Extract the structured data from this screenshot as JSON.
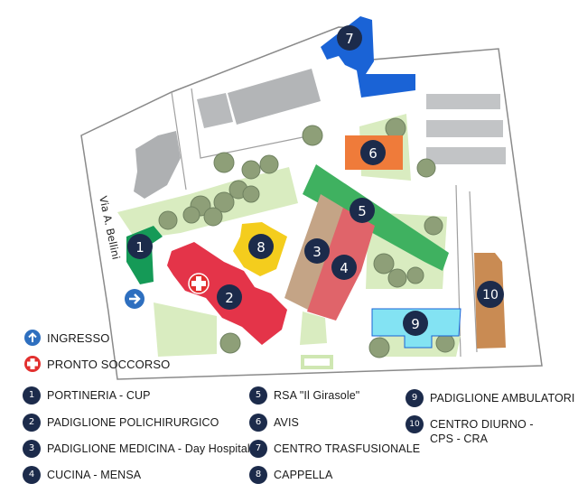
{
  "map": {
    "street_label": "Via A. Bellini",
    "buildings": [
      {
        "number": "1",
        "color": "#159a57"
      },
      {
        "number": "2",
        "color": "#e43449"
      },
      {
        "number": "3",
        "color": "#c4a486"
      },
      {
        "number": "4",
        "color": "#e0646a"
      },
      {
        "number": "5",
        "color": "#3fb160"
      },
      {
        "number": "6",
        "color": "#ef7b3a"
      },
      {
        "number": "7",
        "color": "#1a63d6"
      },
      {
        "number": "8",
        "color": "#f4cd1d"
      },
      {
        "number": "9",
        "color": "#83e3f3"
      },
      {
        "number": "10",
        "color": "#c98b53"
      }
    ]
  },
  "key": {
    "entrance": {
      "label": "INGRESSO",
      "icon": "arrow-up-icon",
      "color": "#2e6fbf"
    },
    "emergency": {
      "label": "PRONTO SOCCORSO",
      "icon": "red-cross-icon",
      "color": "#e2302f"
    }
  },
  "legend": [
    {
      "number": "1",
      "label": "PORTINERIA - CUP"
    },
    {
      "number": "2",
      "label": "PADIGLIONE POLICHIRURGICO"
    },
    {
      "number": "3",
      "label": "PADIGLIONE MEDICINA - Day Hospital"
    },
    {
      "number": "4",
      "label": "CUCINA - MENSA"
    },
    {
      "number": "5",
      "label": "RSA \"Il Girasole\""
    },
    {
      "number": "6",
      "label": "AVIS"
    },
    {
      "number": "7",
      "label": "CENTRO TRASFUSIONALE"
    },
    {
      "number": "8",
      "label": "CAPPELLA"
    },
    {
      "number": "9",
      "label": "PADIGLIONE AMBULATORI"
    },
    {
      "number": "10",
      "label": "CENTRO DIURNO -",
      "label2": "CPS - CRA"
    }
  ]
}
